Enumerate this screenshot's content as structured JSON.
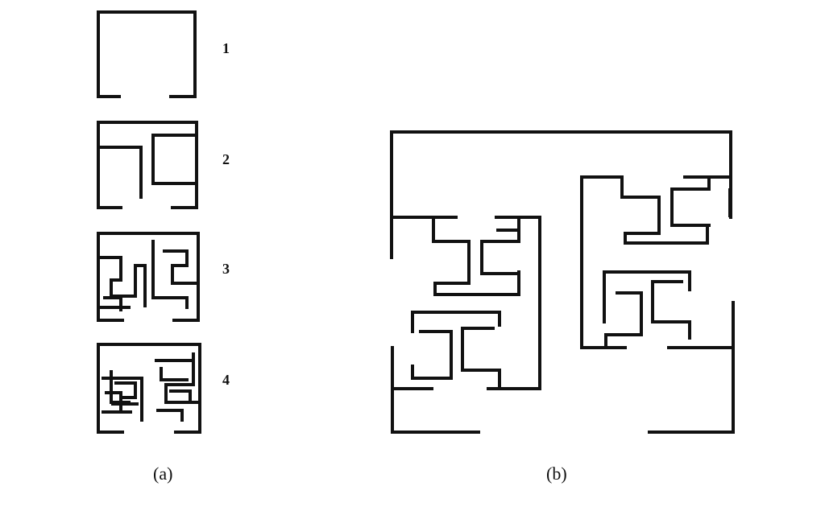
{
  "panel_a": {
    "caption": "(a)",
    "steps": [
      {
        "number": "1"
      },
      {
        "number": "2"
      },
      {
        "number": "3"
      },
      {
        "number": "4"
      }
    ]
  },
  "panel_b": {
    "caption": "(b)"
  },
  "colors": {
    "ink": "#111111",
    "background": "#ffffff"
  }
}
